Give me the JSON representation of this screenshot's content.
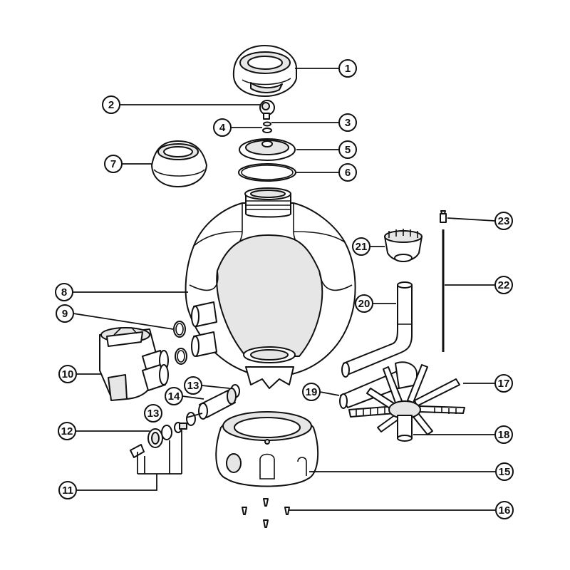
{
  "callouts": [
    {
      "id": "1",
      "label": "1"
    },
    {
      "id": "2",
      "label": "2"
    },
    {
      "id": "3",
      "label": "3"
    },
    {
      "id": "4",
      "label": "4"
    },
    {
      "id": "5",
      "label": "5"
    },
    {
      "id": "6",
      "label": "6"
    },
    {
      "id": "7",
      "label": "7"
    },
    {
      "id": "8",
      "label": "8"
    },
    {
      "id": "9",
      "label": "9"
    },
    {
      "id": "10",
      "label": "10"
    },
    {
      "id": "11",
      "label": "11"
    },
    {
      "id": "12",
      "label": "12"
    },
    {
      "id": "13a",
      "label": "13"
    },
    {
      "id": "13b",
      "label": "13"
    },
    {
      "id": "14",
      "label": "14"
    },
    {
      "id": "15",
      "label": "15"
    },
    {
      "id": "16",
      "label": "16"
    },
    {
      "id": "17",
      "label": "17"
    },
    {
      "id": "18",
      "label": "18"
    },
    {
      "id": "19",
      "label": "19"
    },
    {
      "id": "20",
      "label": "20"
    },
    {
      "id": "21",
      "label": "21"
    },
    {
      "id": "22",
      "label": "22"
    },
    {
      "id": "23",
      "label": "23"
    }
  ]
}
